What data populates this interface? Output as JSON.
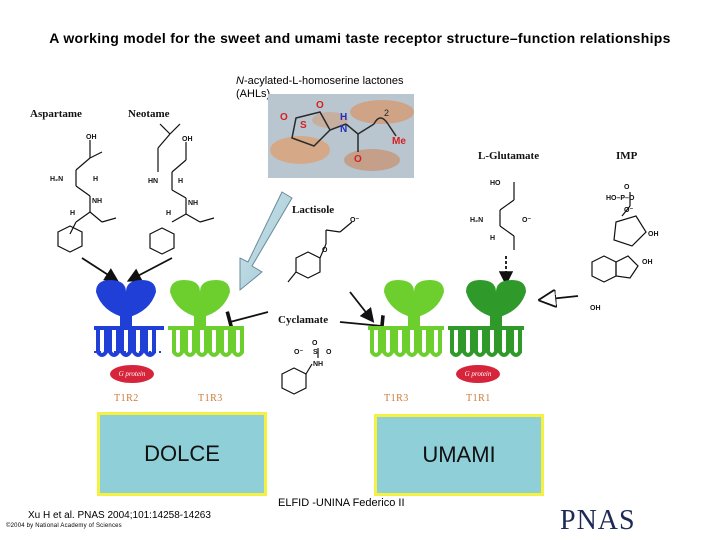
{
  "title": "A working model for the sweet and umami taste receptor structure–function relationships",
  "ahl": {
    "prefix": "N",
    "label_rest": "-acylated-L-homoserine lactones",
    "label_line2": "(AHLs)",
    "subscript_n": "2",
    "me": "Me"
  },
  "ligands": {
    "aspartame": "Aspartame",
    "neotame": "Neotame",
    "lactisole": "Lactisole",
    "cyclamate": "Cyclamate",
    "glutamate": "L-Glutamate",
    "imp": "IMP"
  },
  "receptors": {
    "t1r2": "T1R2",
    "t1r3_left": "T1R3",
    "t1r3_right": "T1R3",
    "t1r1": "T1R1",
    "gprotein_left": "G protein",
    "gprotein_right": "G protein"
  },
  "boxes": {
    "dolce": "DOLCE",
    "umami": "UMAMI"
  },
  "credit": "Xu H et al. PNAS 2004;101:14258-14263",
  "copyright": "©2004 by National Academy of Sciences",
  "institution": "ELFID -UNINA Federico II",
  "journal_logo": "PNAS",
  "colors": {
    "t1r2": "#1f3fd6",
    "t1r3": "#6ccf2e",
    "t1r1": "#2f9a2a",
    "gprotein": "#d6253a",
    "box_fill": "#8fcfd8",
    "box_border": "#f4f142",
    "subunit_label": "#c97a3a"
  }
}
